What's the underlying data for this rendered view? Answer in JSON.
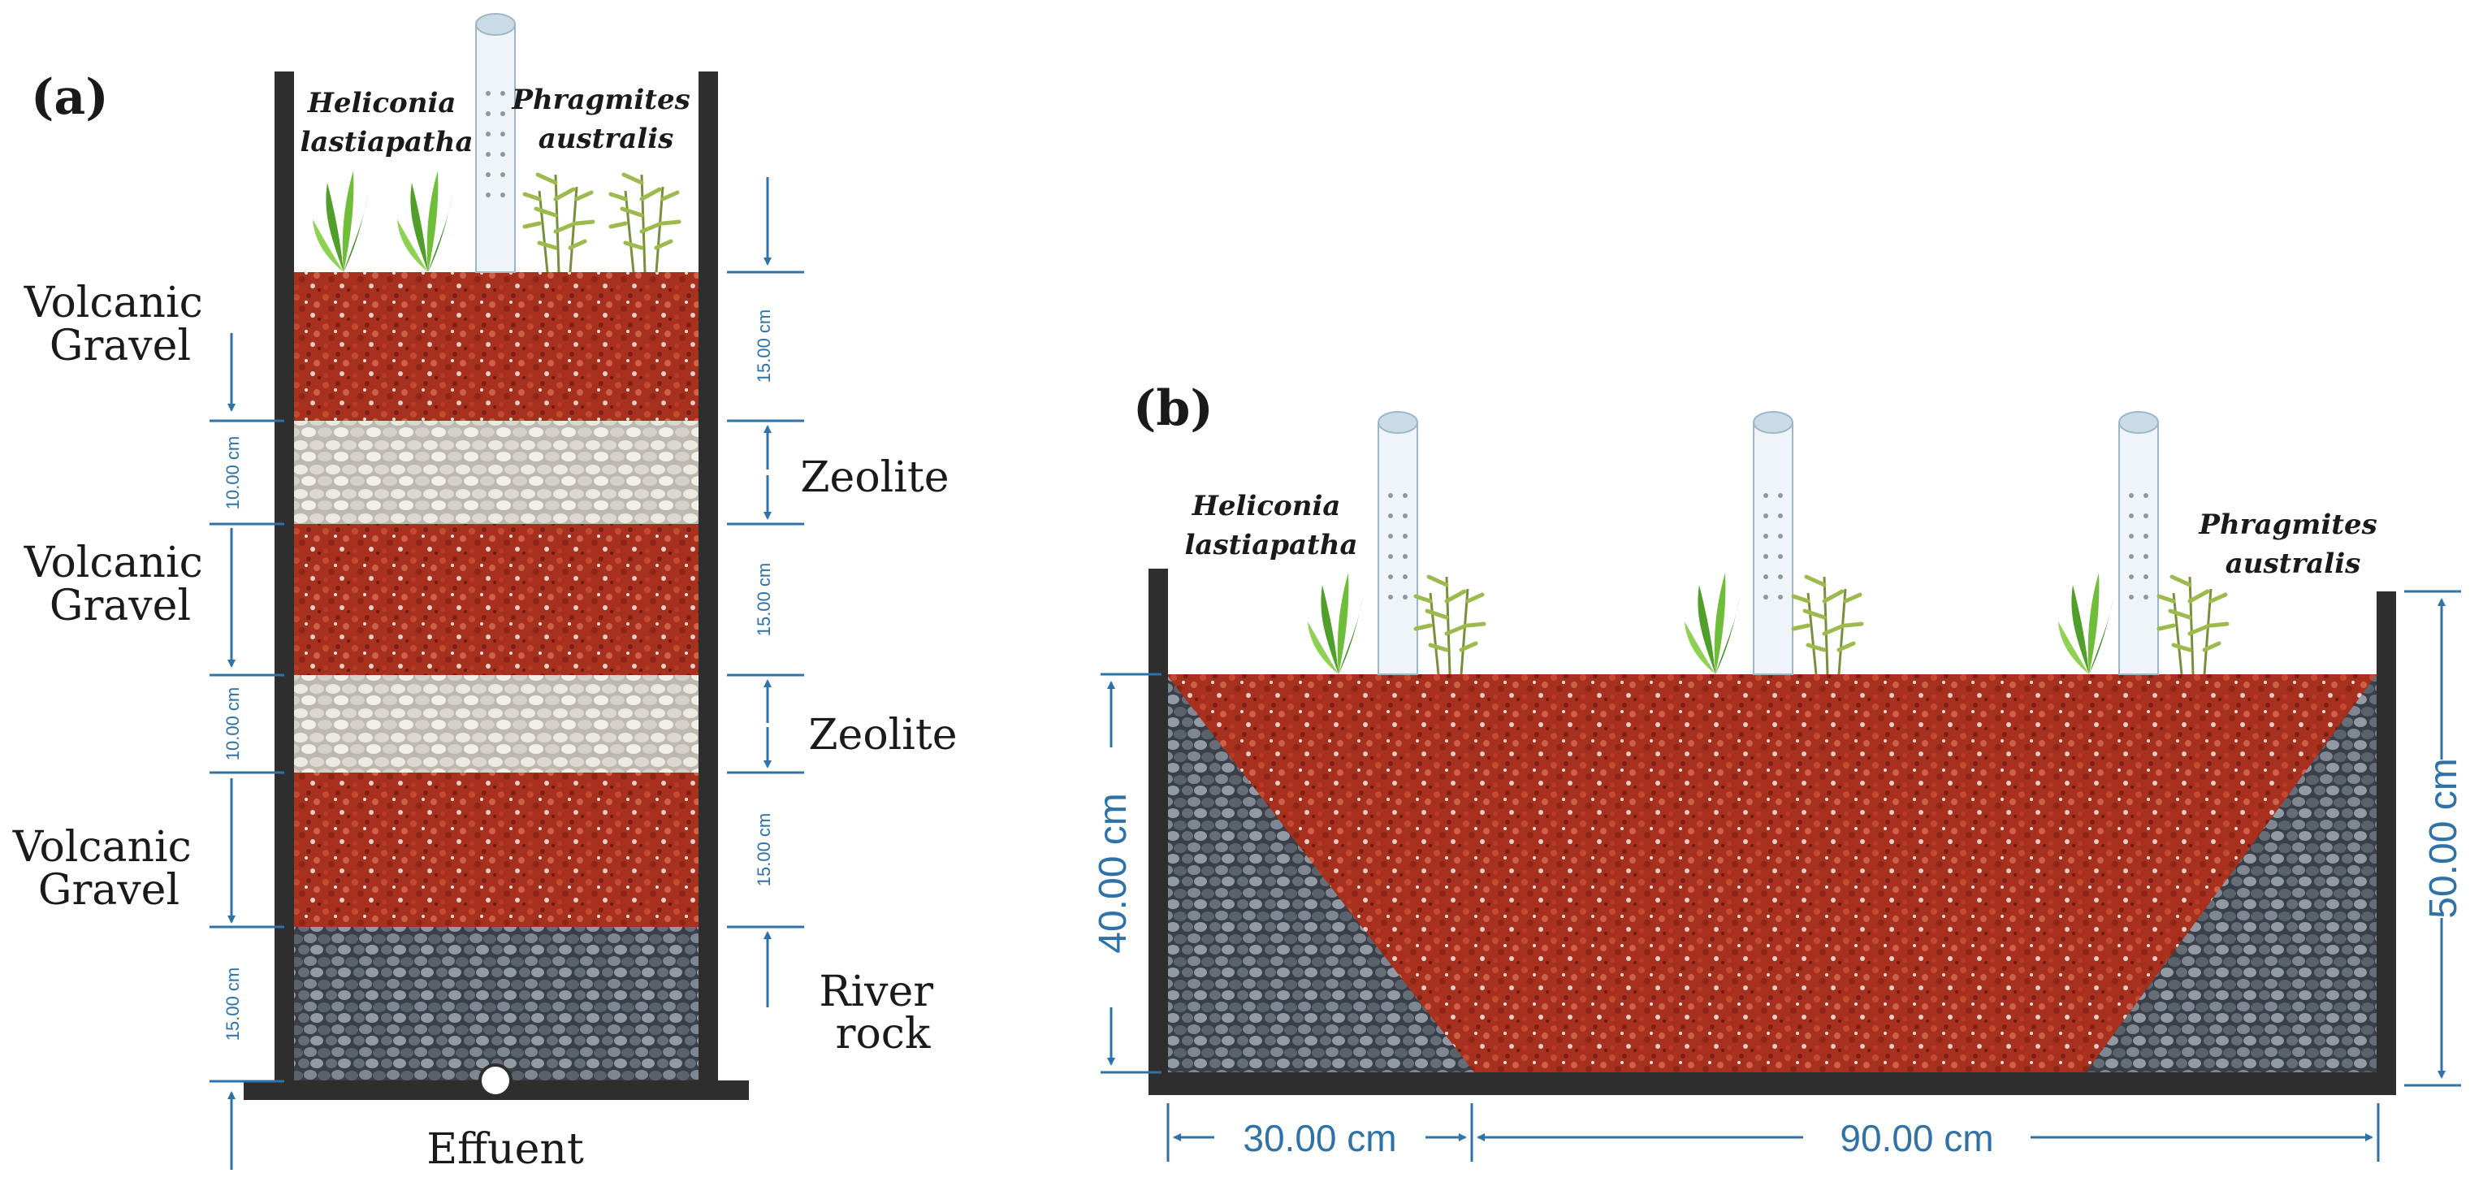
{
  "panel_a": {
    "tag": "(a)",
    "plant_left": [
      "Heliconia",
      "lastiapatha"
    ],
    "plant_right": [
      "Phragmites",
      "australis"
    ],
    "layer_labels": [
      [
        "Volcanic",
        "Gravel"
      ],
      [
        "Zeolite"
      ],
      [
        "Volcanic",
        "Gravel"
      ],
      [
        "Zeolite"
      ],
      [
        "Volcanic",
        "Gravel"
      ],
      [
        "River",
        "rock"
      ]
    ],
    "dims_left": [
      "10.00 cm",
      "10.00 cm",
      "15.00 cm"
    ],
    "dims_right": [
      "15.00 cm",
      "15.00 cm",
      "15.00 cm"
    ],
    "effluent": "Effuent"
  },
  "panel_b": {
    "tag": "(b)",
    "plant_left": [
      "Heliconia",
      "lastiapatha"
    ],
    "plant_right": [
      "Phragmites",
      "australis"
    ],
    "dim_left": "40.00 cm",
    "dim_right": "50.00 cm",
    "dim_bottom_left": "30.00 cm",
    "dim_bottom_right": "90.00 cm"
  },
  "colors": {
    "volcanic_gravel": "#a8301f",
    "zeolite": "#d9d6cf",
    "river_rock": "#5d6570",
    "wall": "#2e2e2e",
    "dimension": "#2f72a8",
    "pipe": "#c9dbe6",
    "leaf": "#58a82e"
  }
}
